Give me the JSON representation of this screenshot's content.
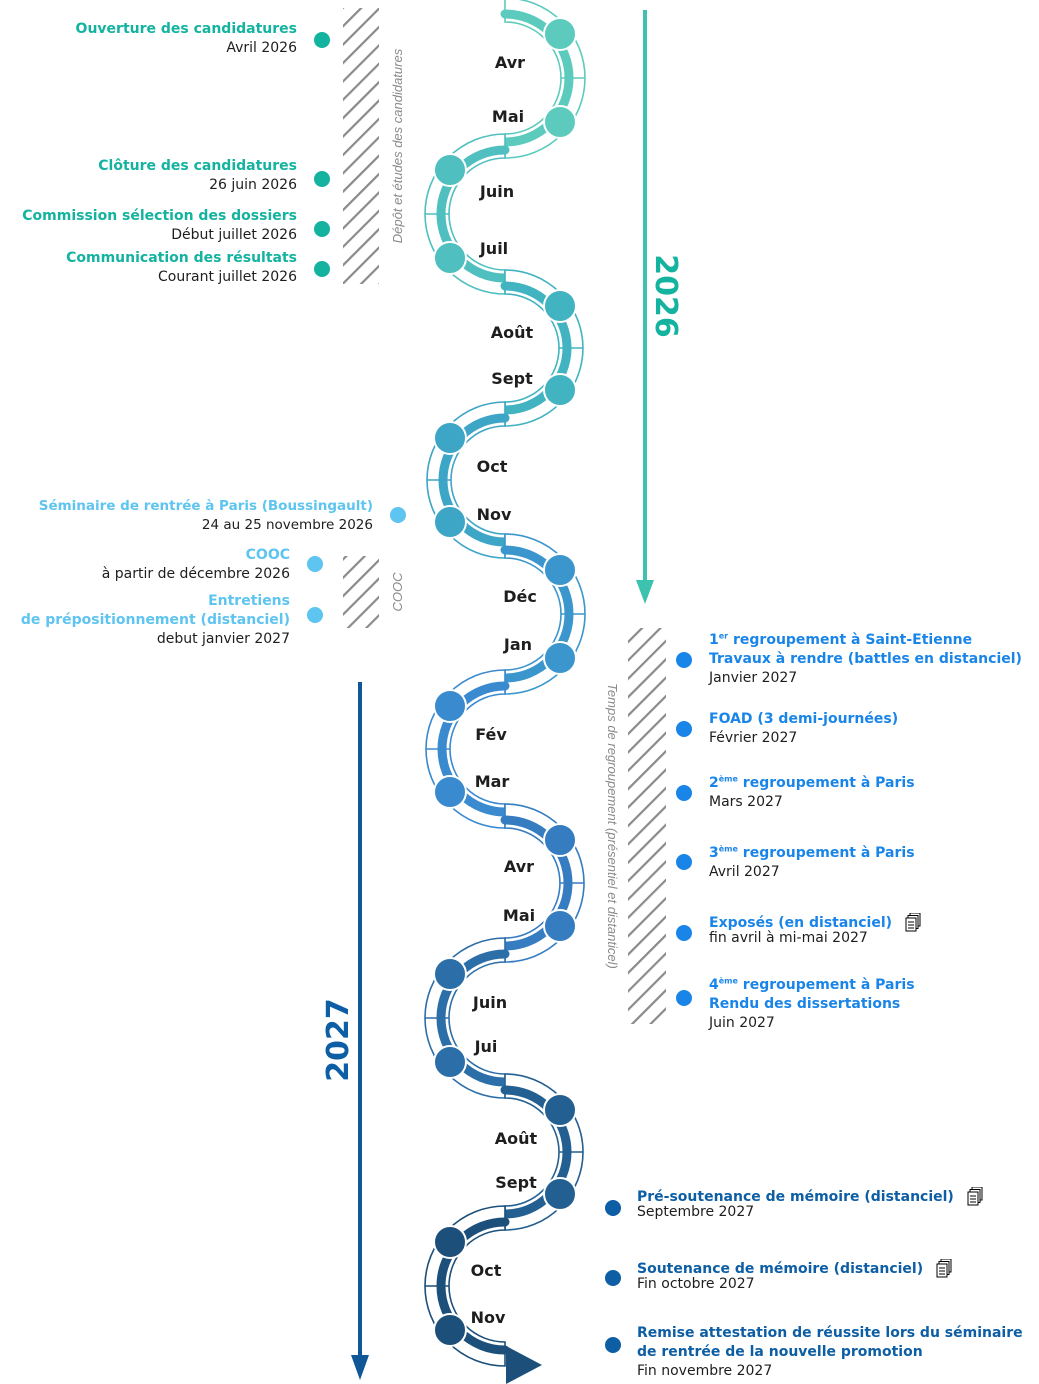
{
  "years": {
    "y2026": "2026",
    "y2027": "2027"
  },
  "phases": {
    "candidatures": "Dépôt et études des candidatures",
    "cooc": "COOC",
    "regroupement": "Temps de regroupement (présentiel et distanticel)"
  },
  "months": [
    "Avr",
    "Mai",
    "Juin",
    "Juil",
    "Août",
    "Sept",
    "Oct",
    "Nov",
    "Déc",
    "Jan",
    "Fév",
    "Mar",
    "Avr",
    "Mai",
    "Juin",
    "Jui",
    "Août",
    "Sept",
    "Oct",
    "Nov"
  ],
  "colors": {
    "teal": "#13b3a0",
    "light_blue": "#5ec4f0",
    "blue": "#1a85e8",
    "dark_blue": "#0d5ea4",
    "arrow_2026": "#3ec2b0",
    "arrow_2027": "#0f5797"
  },
  "events_left": [
    {
      "title": "Ouverture des candidatures",
      "date": "Avril 2026"
    },
    {
      "title": "Clôture des candidatures",
      "date": "26 juin 2026"
    },
    {
      "title": "Commission sélection des dossiers",
      "date": "Début juillet 2026"
    },
    {
      "title": "Communication des résultats",
      "date": "Courant juillet 2026"
    },
    {
      "title": "Séminaire de rentrée à Paris (Boussingault)",
      "date": "24 au 25 novembre 2026"
    },
    {
      "title": "COOC",
      "date": "à partir de décembre 2026"
    },
    {
      "title_l1": "Entretiens",
      "title_l2": "de prépositionnement (distanciel)",
      "date": "debut janvier 2027"
    }
  ],
  "events_right": [
    {
      "sup": "er",
      "title_a": "1",
      "title_b": " regroupement à Saint-Etienne",
      "title_l2": "Travaux à rendre (battles en distanciel)",
      "date": "Janvier 2027"
    },
    {
      "title": "FOAD (3 demi-journées)",
      "date": "Février 2027"
    },
    {
      "sup": "ème",
      "title_a": "2",
      "title_b": " regroupement à Paris",
      "date": "Mars 2027"
    },
    {
      "sup": "ème",
      "title_a": "3",
      "title_b": " regroupement à Paris",
      "date": "Avril 2027"
    },
    {
      "title": "Exposés (en distanciel)",
      "date": "fin avril à mi-mai 2027",
      "icon": "document-stack-icon"
    },
    {
      "sup": "ème",
      "title_a": "4",
      "title_b": " regroupement à Paris",
      "title_l2": "Rendu des dissertations",
      "date": "Juin 2027"
    },
    {
      "title": "Pré-soutenance de mémoire (distanciel)",
      "date": "Septembre 2027",
      "icon": "document-stack-icon"
    },
    {
      "title": "Soutenance de mémoire (distanciel)",
      "date": "Fin octobre 2027",
      "icon": "document-stack-icon"
    },
    {
      "title_l1": "Remise attestation de réussite lors du séminaire",
      "title_l2": "de rentrée de la nouvelle promotion",
      "date": "Fin novembre 2027"
    }
  ]
}
